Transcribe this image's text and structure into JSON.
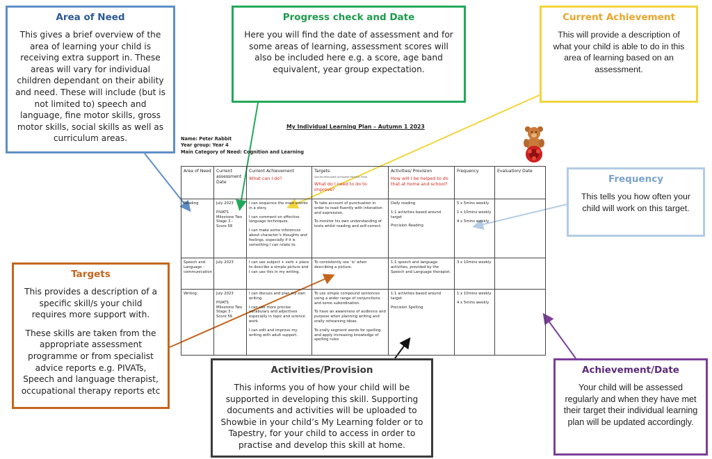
{
  "callouts": {
    "area": {
      "title": "Area of Need",
      "body": "This gives a brief overview of the area of learning your child is receiving extra support in. These areas will vary for individual children dependant on their ability and need. These will include (but is not limited to) speech and language, fine motor skills, gross motor skills, social skills as well as curriculum areas."
    },
    "progress": {
      "title": "Progress check and Date",
      "body": "Here you will find the date of assessment and for some areas of learning, assessment scores will also be included here e.g. a score, age band equivalent, year group expectation."
    },
    "current": {
      "title": "Current Achievement",
      "body": "This will provide a description of what your child is able to do in this area of learning based on an assessment."
    },
    "frequency": {
      "title": "Frequency",
      "body": "This tells you how often your child will work on this target."
    },
    "targets": {
      "title": "Targets",
      "body1": "This provides a description of a specific skill/s your child requires more support with.",
      "body2": "These skills are taken from the appropriate assessment programme or from specialist advice reports e.g. PIVATs, Speech and language therapist, occupational therapy reports etc"
    },
    "activities": {
      "title": "Activities/Provision",
      "body": "This informs you of how your child will be supported in developing this skill. Supporting documents and activities will be uploaded to Showbie in your child’s My Learning folder or to Tapestry, for your child to access in order to practise and develop this skill at home."
    },
    "achievement": {
      "title": "Achievement/Date",
      "body": "Your child will be assessed regularly and when they have met their target their individual learning plan will be updated accordingly."
    }
  },
  "plan": {
    "title": "My Individual Learning Plan – Autumn 1 2023",
    "name": "Name: Peter Rabbit",
    "year_group": "Year group: Year 4",
    "category": "Main Category of Need: Cognition and Learning",
    "headers": {
      "area": "Area of Need",
      "assessment": "Current assessment Date",
      "current": "Current Achievement",
      "current_q": "What can I do?",
      "targets": "Targets:",
      "targets_tiny": "Specific Measurable Achievable Relevant Timed",
      "targets_q": "What do I need to do to improve?",
      "activities": "Activities/ Provision",
      "activities_q": "How will I be helped to do that at home and school?",
      "frequency": "Frequency",
      "evaluation": "Evaluation/ Date"
    },
    "rows": [
      {
        "area": "Reading",
        "date": "July 2023",
        "score": "PIVATS Milestone Two Stage 3 - Score 58",
        "current": [
          "I can sequence the main events in a story.",
          "I can comment on effective language techniques.",
          "I can make some inferences about character’s thoughts and feelings, especially if it is something I can relate to."
        ],
        "targets": [
          "To take account of punctuation in order to read fluently with intonation and expression.",
          "To monitor his own understanding of texts whilst reading and self-correct."
        ],
        "activities": [
          "Daily reading",
          "1:1 activities based around target",
          "Precision Reading"
        ],
        "frequency": [
          "5 x 5mins weekly",
          "1 x 10mins weekly",
          "4 x 5mins weekly"
        ]
      },
      {
        "area": "Speech and Language - communication",
        "date": "July 2023",
        "current": [
          "I can use subject + verb + place to describe a simple picture and I can use this in my writing."
        ],
        "targets": [
          "To consistently use ‘is’ when describing a picture."
        ],
        "activities": [
          "1:1 speech and language activities, provided by the Speech and Language therapist."
        ],
        "frequency": [
          "3 x 10mins weekly"
        ]
      },
      {
        "area": "Writing",
        "date": "July 2023",
        "score": "PIVATS Milestone Two Stage 3 - Score 56",
        "current": [
          "I can discuss and plan my own writing.",
          "I can use more precise vocabulary and adjectives especially in topic and science work.",
          "I can edit and improve my writing with adult support."
        ],
        "targets": [
          "To use simple compound sentences using a wider range of conjunctions and some subordination.",
          "To have an awareness of audience and purpose when planning writing and orally rehearsing ideas.",
          "To orally segment words for spelling and apply increasing knowledge of spelling rules"
        ],
        "activities": [
          "1:1 activities based around target",
          "Precision Spelling"
        ],
        "frequency": [
          "1 x 10mins weekly",
          "4 x 5mins weekly"
        ]
      }
    ]
  },
  "colors": {
    "area": "#5f8fc6",
    "progress": "#22a85a",
    "current": "#f2d43d",
    "frequency": "#b3cbe4",
    "targets": "#c5651d",
    "activities": "#111111",
    "achievement": "#7b3f98",
    "question_red": "#d0281e"
  }
}
